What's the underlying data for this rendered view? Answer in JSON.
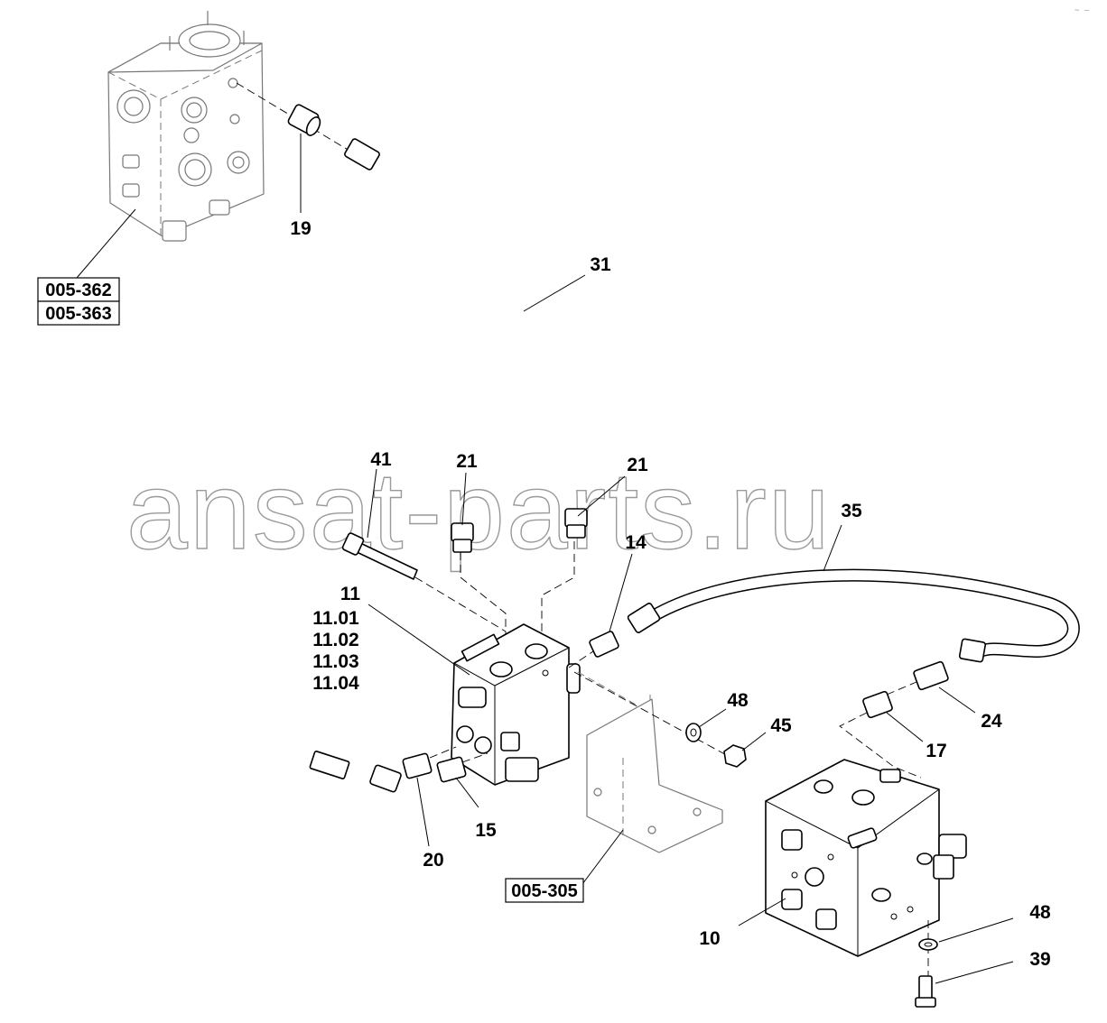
{
  "corner_mark": "~ —",
  "watermark": "ansat-parts.ru",
  "labels": [
    {
      "id": "19",
      "text": "19"
    },
    {
      "id": "31",
      "text": "31"
    },
    {
      "id": "41",
      "text": "41"
    },
    {
      "id": "21a",
      "text": "21"
    },
    {
      "id": "21b",
      "text": "21"
    },
    {
      "id": "35",
      "text": "35"
    },
    {
      "id": "14",
      "text": "14"
    },
    {
      "id": "11",
      "text": "11"
    },
    {
      "id": "11_01",
      "text": "11.01"
    },
    {
      "id": "11_02",
      "text": "11.02"
    },
    {
      "id": "11_03",
      "text": "11.03"
    },
    {
      "id": "11_04",
      "text": "11.04"
    },
    {
      "id": "48a",
      "text": "48"
    },
    {
      "id": "45",
      "text": "45"
    },
    {
      "id": "24",
      "text": "24"
    },
    {
      "id": "17",
      "text": "17"
    },
    {
      "id": "15",
      "text": "15"
    },
    {
      "id": "20",
      "text": "20"
    },
    {
      "id": "10",
      "text": "10"
    },
    {
      "id": "48b",
      "text": "48"
    },
    {
      "id": "39",
      "text": "39"
    }
  ],
  "reference_boxes": [
    {
      "id": "ref_a",
      "text": "005-362"
    },
    {
      "id": "ref_b",
      "text": "005-363"
    },
    {
      "id": "ref_c",
      "text": "005-305"
    }
  ]
}
